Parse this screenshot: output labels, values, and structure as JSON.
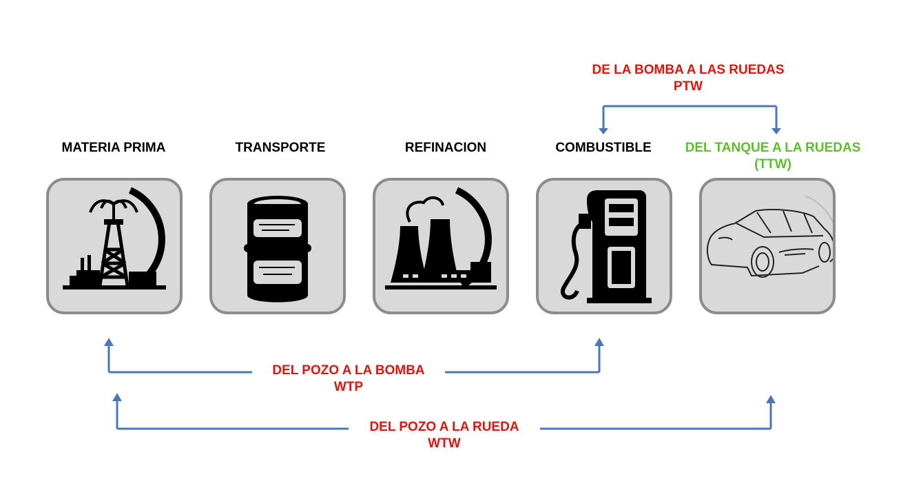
{
  "stages": [
    {
      "label": "MATERIA PRIMA",
      "icon": "oil-well-icon"
    },
    {
      "label": "TRANSPORTE",
      "icon": "oil-barrel-icon"
    },
    {
      "label": "REFINACION",
      "icon": "refinery-icon"
    },
    {
      "label": "COMBUSTIBLE",
      "icon": "fuel-pump-icon"
    },
    {
      "label_line1": "DEL TANQUE A LA RUEDAS",
      "label_line2": "(TTW)",
      "icon": "car-icon"
    }
  ],
  "ptw": {
    "line1": "DE LA BOMBA A LAS RUEDAS",
    "line2": "PTW"
  },
  "wtp": {
    "line1": "DEL POZO A LA BOMBA",
    "line2": "WTP"
  },
  "wtw": {
    "line1": "DEL POZO A LA RUEDA",
    "line2": "WTW"
  },
  "colors": {
    "arrow": "#4a78b5",
    "red_text": "#e3120b",
    "green_text": "#5bbf2a",
    "tile_bg": "#d9d9d9",
    "tile_border": "#8c8c8c"
  }
}
